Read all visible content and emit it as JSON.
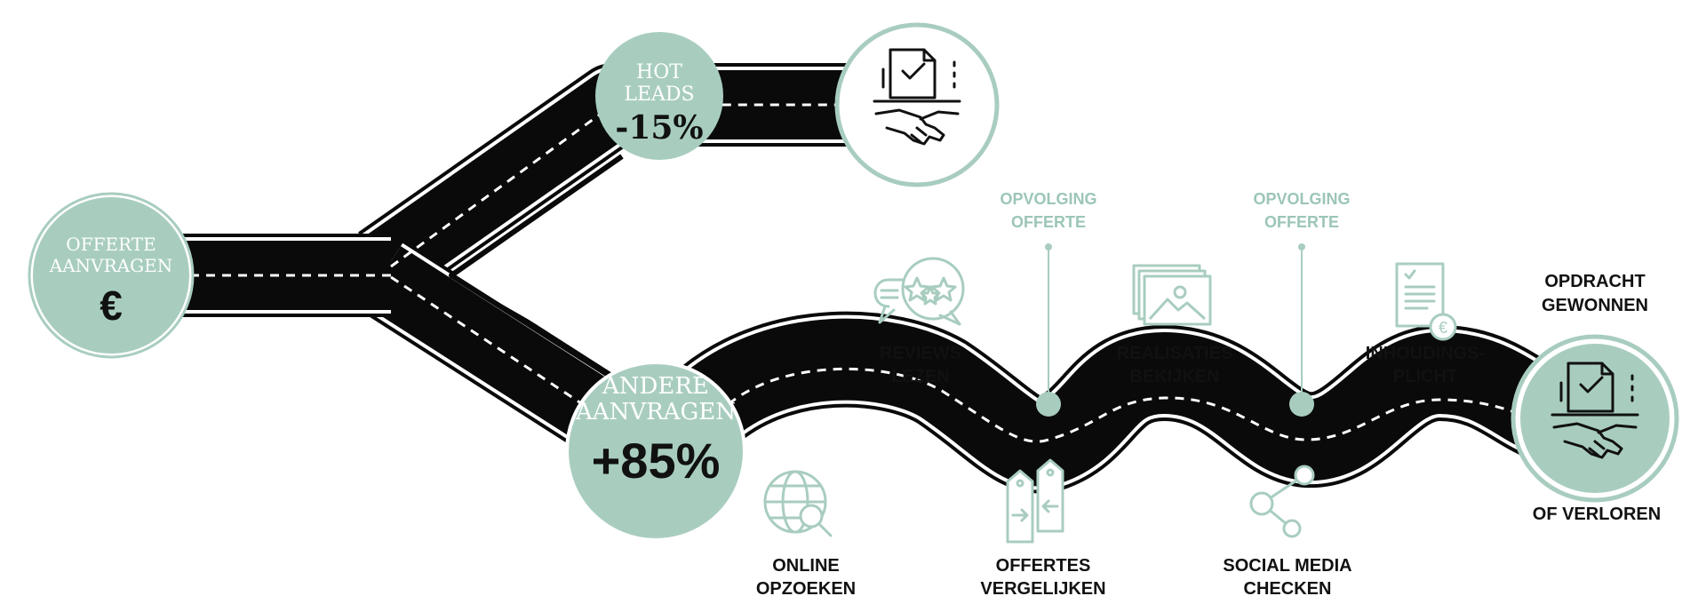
{
  "colors": {
    "mint": "#a8cdbf",
    "mint_text": "#9cc6b6",
    "road": "#0a0a0a",
    "dash": "#ffffff",
    "text_dark": "#111111"
  },
  "start": {
    "line1": "OFFERTE",
    "line2": "AANVRAGEN",
    "symbol": "€"
  },
  "hot_leads": {
    "line1": "HOT",
    "line2": "LEADS",
    "value": "-15%",
    "icon": "contract-handshake-icon"
  },
  "andere": {
    "line1": "ANDERE",
    "line2": "AANVRAGEN",
    "value": "+85%"
  },
  "end": {
    "icon": "contract-handshake-icon",
    "top_line1": "OPDRACHT",
    "top_line2": "GEWONNEN",
    "bottom": "OF VERLOREN"
  },
  "steps": [
    {
      "line1": "ONLINE",
      "line2": "OPZOEKEN",
      "icon": "globe-search-icon"
    },
    {
      "line1": "REVIEWS",
      "line2": "LEZEN",
      "icon": "review-stars-icon"
    },
    {
      "line1": "OFFERTES",
      "line2": "VERGELIJKEN",
      "icon": "compare-tags-icon"
    },
    {
      "line1": "REALISATIES",
      "line2": "BEKIJKEN",
      "icon": "photo-gallery-icon"
    },
    {
      "line1": "SOCIAL MEDIA",
      "line2": "CHECKEN",
      "icon": "share-network-icon"
    },
    {
      "line1": "INHOUDINGS-",
      "line2": "PLICHT",
      "icon": "invoice-euro-icon"
    }
  ],
  "milestones": [
    {
      "line1": "OPVOLGING",
      "line2": "OFFERTE"
    },
    {
      "line1": "OPVOLGING",
      "line2": "OFFERTE"
    }
  ]
}
